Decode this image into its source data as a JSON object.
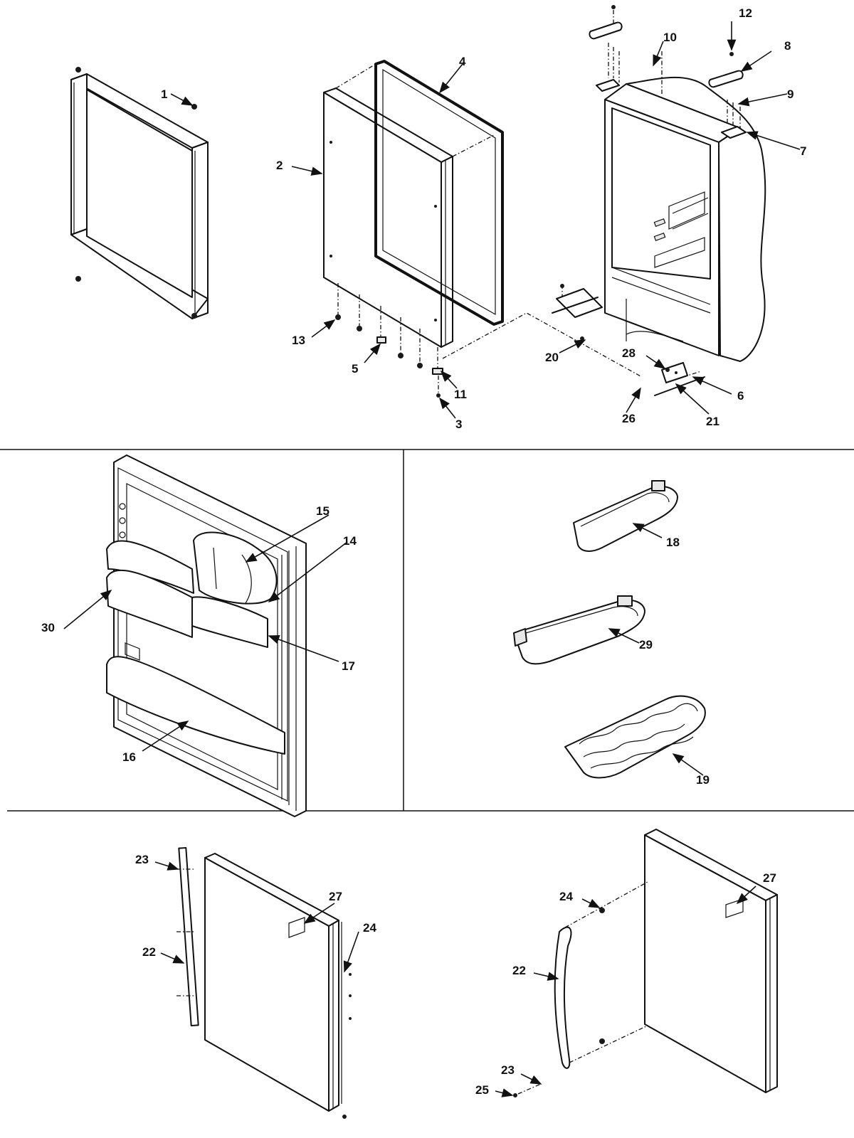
{
  "callouts": [
    {
      "n": "1"
    },
    {
      "n": "2"
    },
    {
      "n": "4"
    },
    {
      "n": "13"
    },
    {
      "n": "5"
    },
    {
      "n": "11"
    },
    {
      "n": "3"
    },
    {
      "n": "10"
    },
    {
      "n": "12"
    },
    {
      "n": "8"
    },
    {
      "n": "9"
    },
    {
      "n": "7"
    },
    {
      "n": "20"
    },
    {
      "n": "28"
    },
    {
      "n": "6"
    },
    {
      "n": "26"
    },
    {
      "n": "21"
    },
    {
      "n": "15"
    },
    {
      "n": "14"
    },
    {
      "n": "30"
    },
    {
      "n": "17"
    },
    {
      "n": "16"
    },
    {
      "n": "18"
    },
    {
      "n": "29"
    },
    {
      "n": "19"
    },
    {
      "n": "23"
    },
    {
      "n": "27"
    },
    {
      "n": "24"
    },
    {
      "n": "22"
    },
    {
      "n": "27"
    },
    {
      "n": "24"
    },
    {
      "n": "22"
    },
    {
      "n": "23"
    },
    {
      "n": "25"
    }
  ]
}
